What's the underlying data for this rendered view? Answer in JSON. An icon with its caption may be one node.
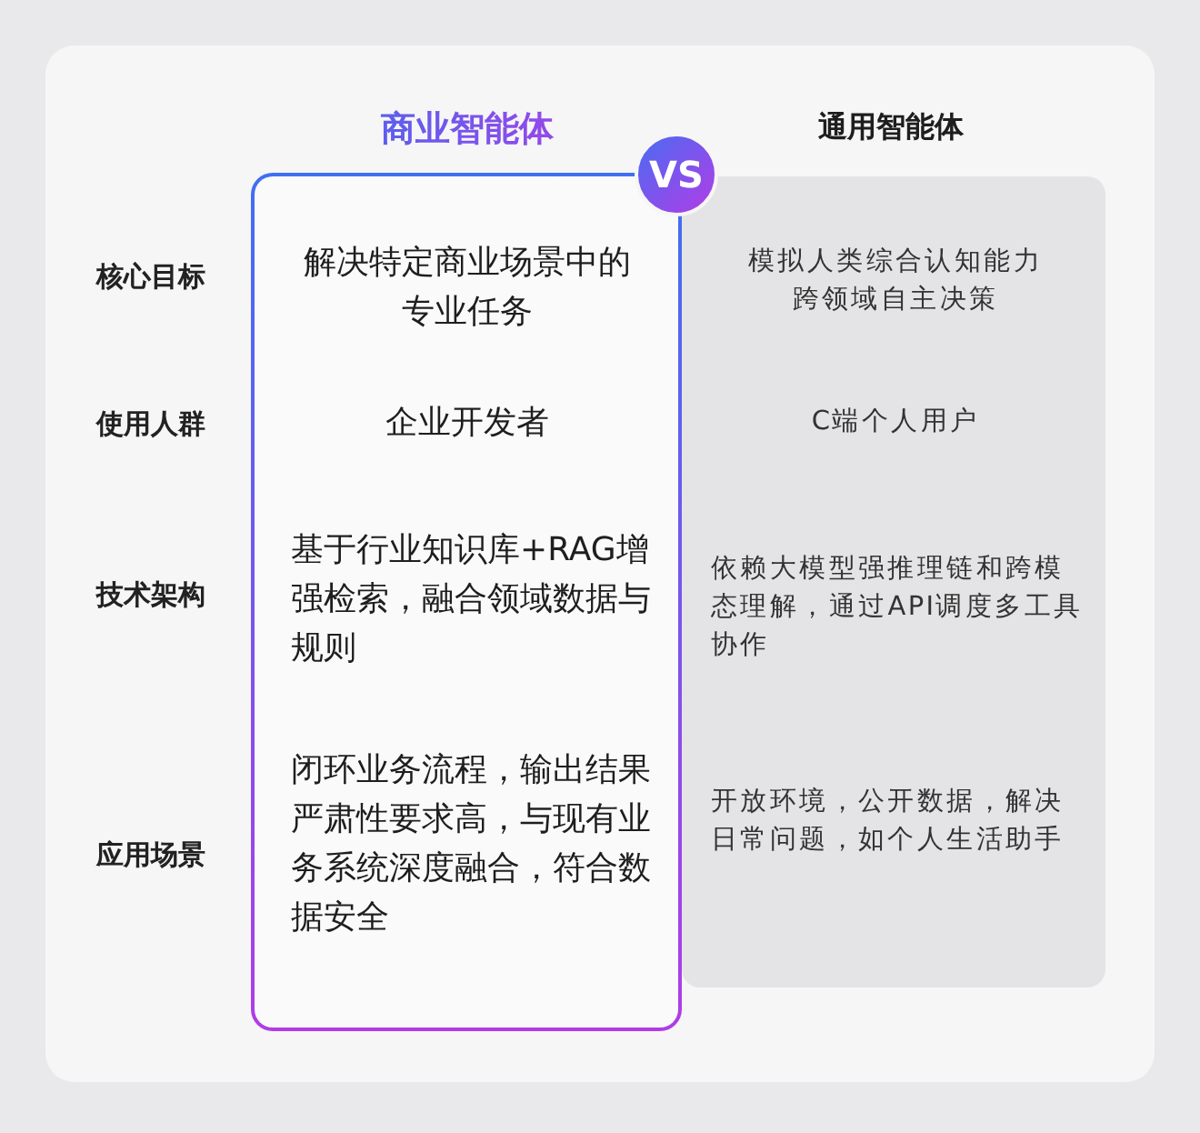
{
  "diagram": {
    "nodes": [
      {
        "text": [
          "解决特定商业场景中的专业任务",
          "企业开发者",
          "基于行业知识库+RAG增强检索，融合领域数据与规则",
          "闭环业务流程，输出结果严肃性要求高，与现有业务系统深度融合，符合数据安全"
        ]
      },
      {
        "text": [
          "模拟人类综合认知能力跨领域自主决策",
          "C端个人用户",
          "依赖大模型强推理链和跨模态理解，通过API调度多工具协作",
          "开放环境，公开数据，解决日常问题，如个人生活助手"
        ]
      },
      {
        "text": [
          "VS"
        ]
      }
    ],
    "labels": [
      "商业智能体",
      "通用智能体",
      "核心目标",
      "使用人群",
      "技术架构",
      "应用场景"
    ]
  }
}
